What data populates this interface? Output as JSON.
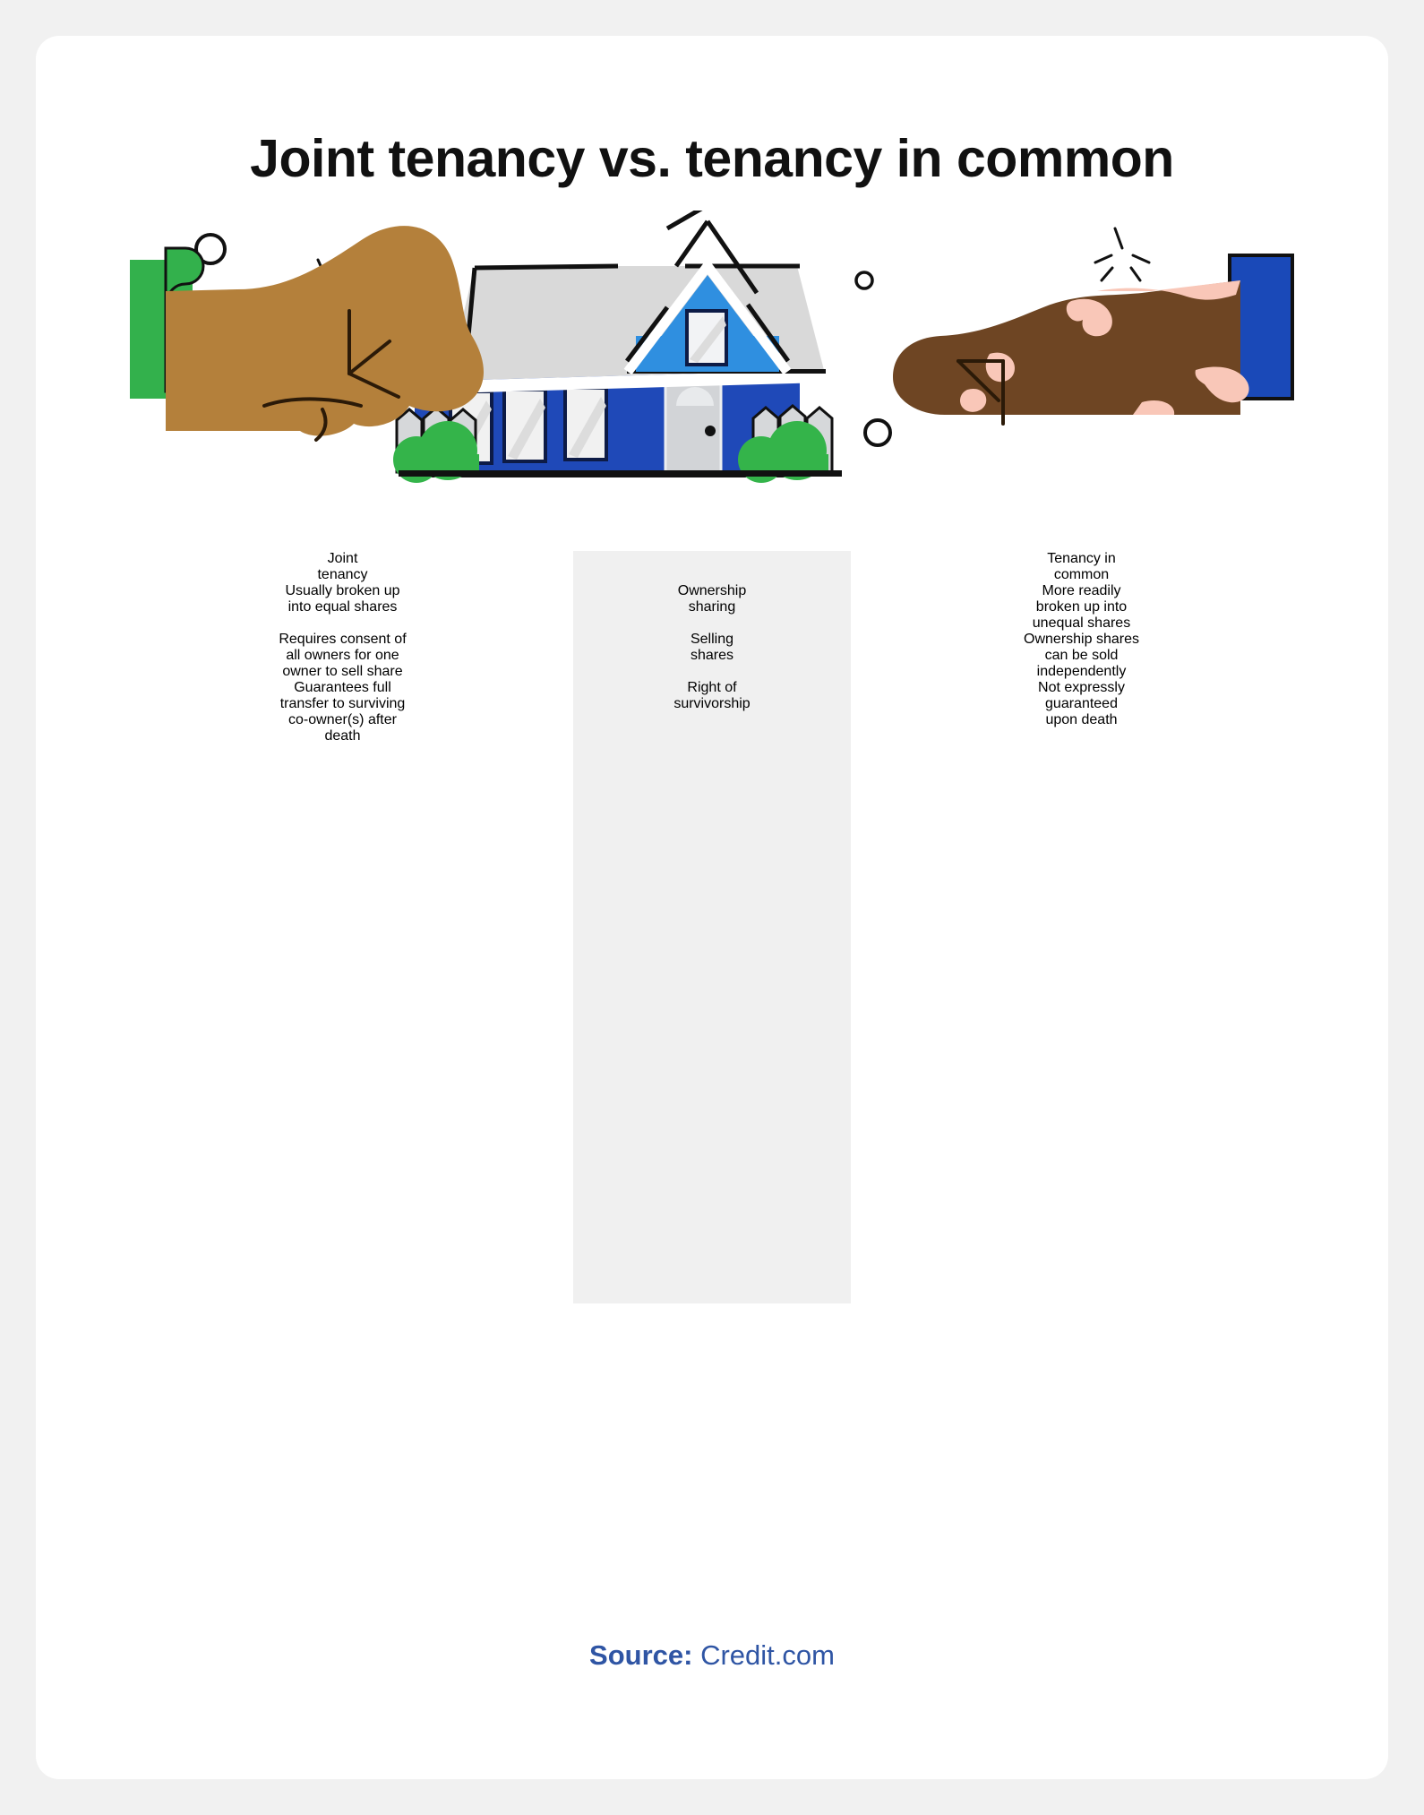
{
  "page": {
    "background_color": "#f1f1f1",
    "card_color": "#ffffff"
  },
  "title": "Joint tenancy vs. tenancy in common",
  "illustration": {
    "name": "handshake-over-house-illustration",
    "alt": "Two hands shaking in front of a blue house",
    "colors": {
      "left_sleeve_green": "#33b14c",
      "left_hand_brown": "#b4803b",
      "right_sleeve_blue": "#1a49b8",
      "right_hand_dark_brown": "#6e4523",
      "vitiligo_pink": "#f9c7b8",
      "house_body_blue": "#1f49b8",
      "house_gable_blue": "#2f8fe0",
      "roof_gray": "#d9d9d9",
      "window_gray": "#eeeeee",
      "bush_green": "#34b44a",
      "outline_black": "#111111"
    }
  },
  "table": {
    "center_band_color": "#f0f0f0",
    "headers": {
      "left": [
        "Joint",
        "tenancy"
      ],
      "middle": "",
      "right": [
        "Tenancy in",
        "common"
      ]
    },
    "rows": [
      {
        "left": [
          "Usually broken up",
          "into equal shares"
        ],
        "middle": [
          "Ownership",
          "sharing"
        ],
        "right": [
          "More readily",
          "broken up into",
          "unequal shares"
        ]
      },
      {
        "left": [
          "Requires consent of",
          "all owners for one",
          "owner to sell share"
        ],
        "middle": [
          "Selling",
          "shares"
        ],
        "right": [
          "Ownership shares",
          "can be sold",
          "independently"
        ]
      },
      {
        "left": [
          "Guarantees full",
          "transfer to surviving",
          "co-owner(s) after",
          "death"
        ],
        "middle": [
          "Right of",
          "survivorship"
        ],
        "right": [
          "Not expressly",
          "guaranteed",
          "upon death"
        ]
      }
    ]
  },
  "footer": {
    "source_label": "Source:",
    "source_value": "Credit.com",
    "color": "#2f55a4"
  }
}
